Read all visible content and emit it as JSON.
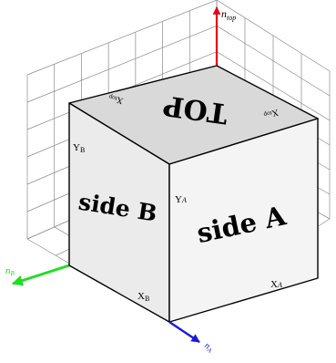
{
  "faces": {
    "top": {
      "label": "TOP",
      "color": "#d9d9d9"
    },
    "side_a": {
      "label": "side A",
      "color": "#f4f4f4"
    },
    "side_b": {
      "label": "side B",
      "color": "#ebebeb"
    }
  },
  "axis_labels": {
    "y_a": "Y",
    "y_a_sub": "A",
    "x_a": "X",
    "x_a_sub": "A",
    "y_b": "Y",
    "y_b_sub": "B",
    "x_b": "X",
    "x_b_sub": "B",
    "x_top_1": "X",
    "x_top_1_sub": "top",
    "x_top_2": "X",
    "x_top_2_sub": "top"
  },
  "normals": {
    "top": {
      "symbol": "n",
      "sub": "top",
      "color": "#e8001a"
    },
    "a": {
      "symbol": "n",
      "sub": "A",
      "color": "#1a1adf"
    },
    "b": {
      "symbol": "n",
      "sub": "B",
      "color": "#22dd22"
    }
  },
  "colors": {
    "grid": "#8a8a8a",
    "edge": "#000000"
  }
}
